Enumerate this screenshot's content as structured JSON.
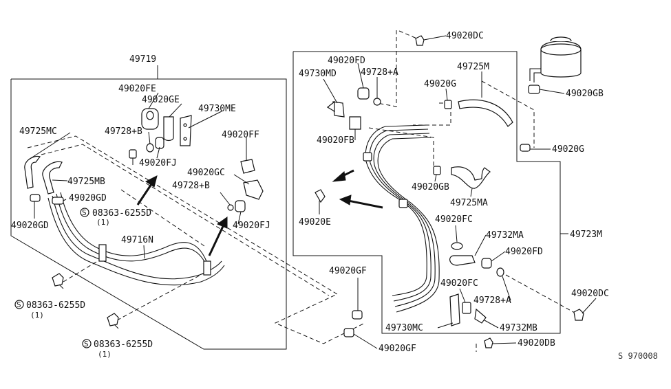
{
  "labels": {
    "l49719": "49719",
    "l49020fe": "49020FE",
    "l49020ge": "49020GE",
    "l49730me": "49730ME",
    "l49725mc": "49725MC",
    "l49728b_1": "49728+B",
    "l49020fj_1": "49020FJ",
    "l49020ff": "49020FF",
    "l49725mb": "49725MB",
    "l49020gc": "49020GC",
    "l49020gd_1": "49020GD",
    "l49728b_2": "49728+B",
    "l49020gd_2": "49020GD",
    "l08363_1": "08363-6255D",
    "l08363_1_qty": "(1)",
    "l49020fj_2": "49020FJ",
    "l49716n": "49716N",
    "l08363_2": "08363-6255D",
    "l08363_2_qty": "(1)",
    "l08363_3": "08363-6255D",
    "l08363_3_qty": "(1)",
    "l49020dc_1": "49020DC",
    "l49020fd_1": "49020FD",
    "l49730md": "49730MD",
    "l49728a_1": "49728+A",
    "l49725m": "49725M",
    "l49020g_1": "49020G",
    "l49020gb_1": "49020GB",
    "l49020fb": "49020FB",
    "l49020g_2": "49020G",
    "l49020gb_2": "49020GB",
    "l49725ma": "49725MA",
    "l49020e": "49020E",
    "l49020fc_1": "49020FC",
    "l49732ma": "49732MA",
    "l49723m": "49723M",
    "l49020fd_2": "49020FD",
    "l49020gf_1": "49020GF",
    "l49020fc_2": "49020FC",
    "l49728a_2": "49728+A",
    "l49020dc_2": "49020DC",
    "l49730mc": "49730MC",
    "l49732mb": "49732MB",
    "l49020db": "49020DB",
    "l49020gf_2": "49020GF",
    "ref_code": "S 970008"
  },
  "symbols": {
    "s_mark": "S"
  },
  "colors": {
    "line": "#111111",
    "background": "#ffffff"
  }
}
